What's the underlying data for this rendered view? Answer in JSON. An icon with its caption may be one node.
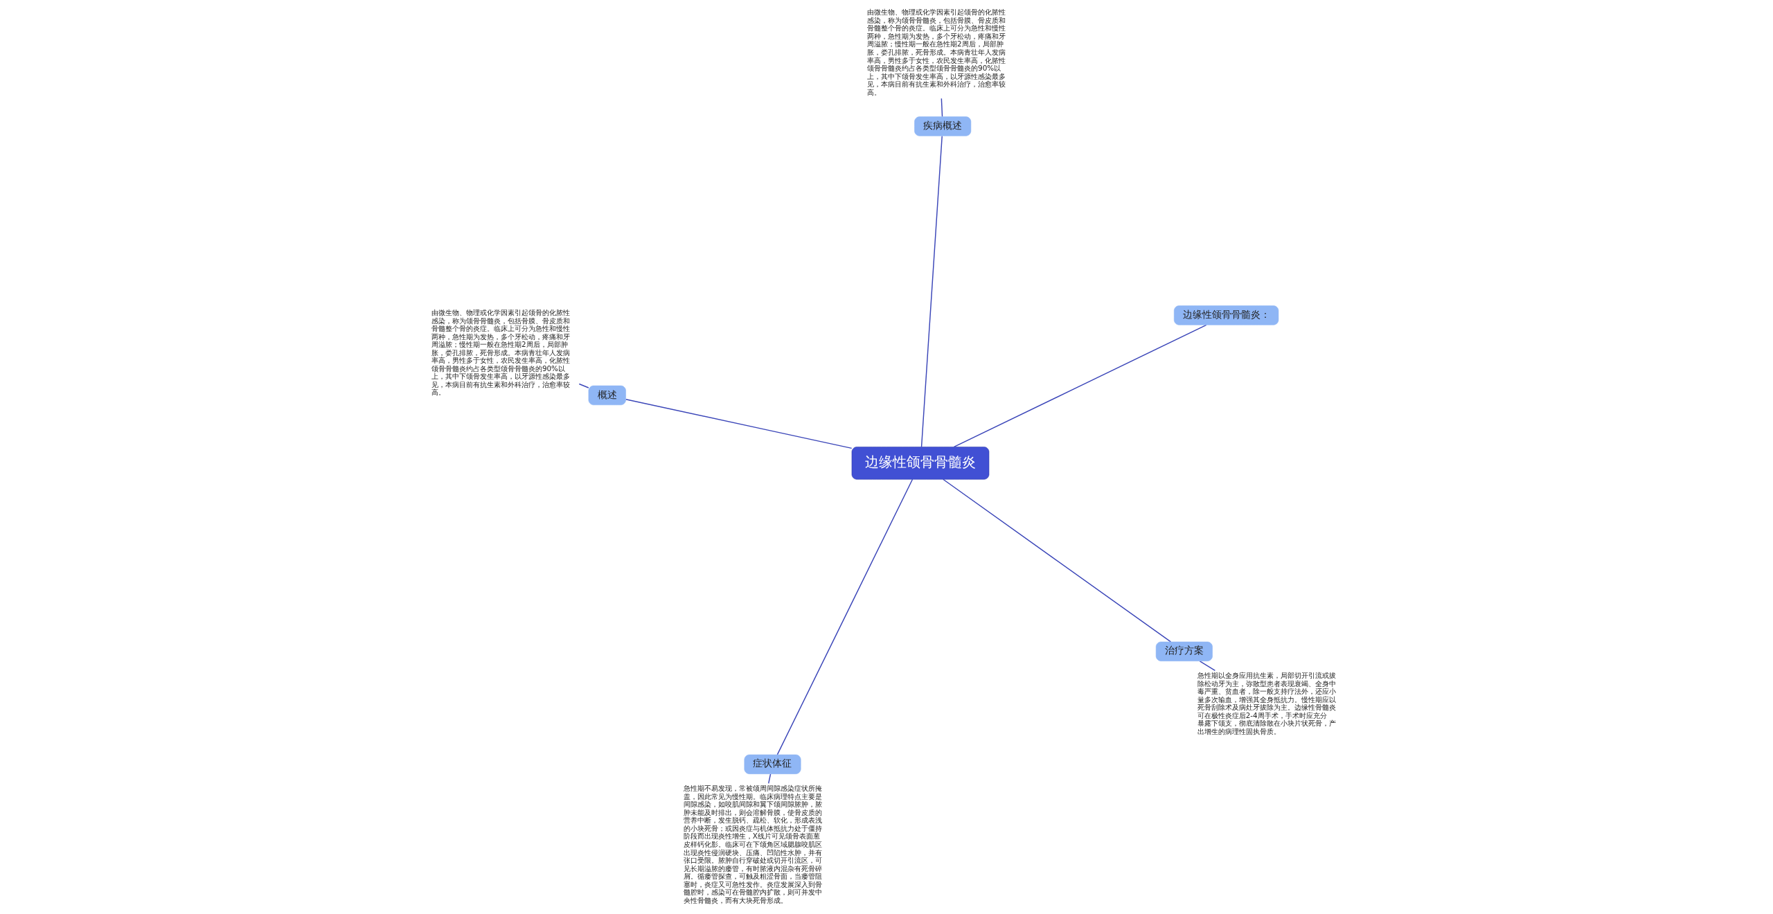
{
  "diagram": {
    "nodes": [
      {
        "text": [
          "边缘性颌骨骨髓炎"
        ]
      },
      {
        "text": [
          "边缘性颌骨骨髓炎："
        ]
      },
      {
        "text": [
          "概述"
        ]
      },
      {
        "text": [
          "由微生物、物理或化学因素引起颌骨的化脓性感染，称为颌骨骨髓炎，包括骨膜、骨皮质和骨髓整个骨的炎症。临床上可分为急性和慢性两种，急性期为发热，多个牙松动，疼痛和牙周溢脓；慢性期一般在急性期2周后，局部肿胀，娄孔排脓，死骨形成。本病青壮年人发病率高，男性多于女性，农民发生率高，化脓性颌骨骨髓炎约占各类型颌骨骨髓炎的90%以上，其中下颌骨发生率高，以牙源性感染最多见，本病目前有抗生素和外科治疗，治愈率较高。"
        ]
      },
      {
        "text": [
          "疾病概述"
        ]
      },
      {
        "text": [
          "由微生物、物理或化学因素引起颌骨的化脓性感染，称为颌骨骨髓炎，包括骨膜、骨皮质和骨髓整个骨的炎症。临床上可分为急性和慢性两种，急性期为发热，多个牙松动，疼痛和牙周溢脓；慢性期一般在急性期2周后，局部肿胀，娄孔排脓，死骨形成。本病青壮年人发病率高，男性多于女性，农民发生率高，化脓性颌骨骨髓炎约占各类型颌骨骨髓炎的90%以上，其中下颌骨发生率高，以牙源性感染最多见，本病目前有抗生素和外科治疗，治愈率较高。"
        ]
      },
      {
        "text": [
          "症状体征"
        ]
      },
      {
        "text": [
          "急性期不易发现，常被颌周间隙感染症状所掩盖，因此常见为慢性期。临床病理特点主要是间隙感染，如咬肌间隙和翼下颌间隙脓肿，脓肿未能及时排出，则会溶解骨膜，使骨皮质的营养中断，发生脱钙、疏松、软化，形成表浅的小块死骨；或因炎症与机体抵抗力处于僵持阶段而出现炎性增生，X线片可见颌骨表面葱皮样钙化影。临床可在下颌角区域腮腺咬肌区出现炎性侵润硬块、压痛、凹陷性水肿，并有张口受限。脓肿自行穿破处或切开引流区，可见长期溢脓的瘘管，有时脓液内混杂有死骨碎屑。循瘘管探查，可触及粗涩骨面，当瘘管阻塞时，炎症又可急性发作。炎症发展深入到骨髓腔时，感染可在骨髓腔内扩散，则可并发中央性骨髓炎，而有大块死骨形成。"
        ]
      },
      {
        "text": [
          "治疗方案"
        ]
      },
      {
        "text": [
          "急性期以全身应用抗生素，局部切开引流或拔除松动牙为主，弥散型患者表现衰竭、全身中毒严重、贫血者，除一般支持疗法外，还应小量多次输血，增强其全身抵抗力。慢性期应以死骨刮除术及病灶牙拔除为主。边缘性骨髓炎可在极性炎症后2-4周手术，手术时应充分暴露下颌支，彻底清除散在小块片状死骨，产出增生的病理性固执骨质。"
        ]
      }
    ],
    "edges": [
      {
        "from": 0,
        "to": 1,
        "arrow": "none"
      },
      {
        "from": 0,
        "to": 2,
        "arrow": "none"
      },
      {
        "from": 2,
        "to": 3,
        "arrow": "none"
      },
      {
        "from": 0,
        "to": 4,
        "arrow": "none"
      },
      {
        "from": 4,
        "to": 5,
        "arrow": "none"
      },
      {
        "from": 0,
        "to": 6,
        "arrow": "none"
      },
      {
        "from": 6,
        "to": 7,
        "arrow": "none"
      },
      {
        "from": 0,
        "to": 8,
        "arrow": "none"
      },
      {
        "from": 8,
        "to": 9,
        "arrow": "none"
      }
    ]
  }
}
